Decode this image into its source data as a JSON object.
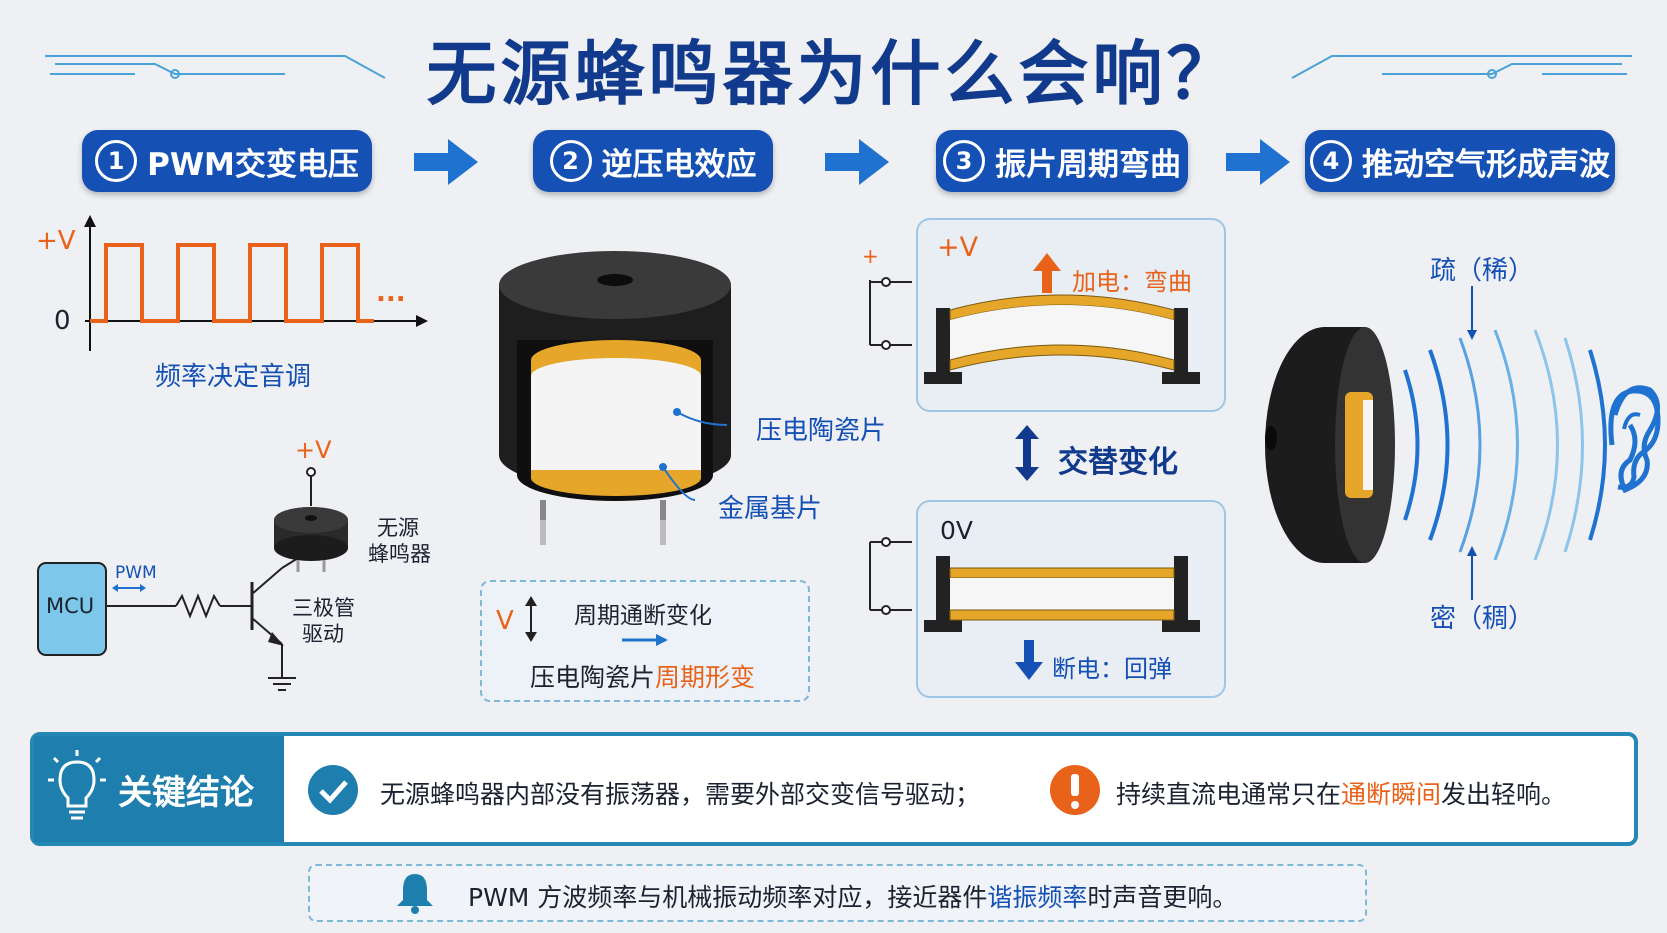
{
  "title": "无源蜂鸣器为什么会响？",
  "steps": [
    {
      "num": "1",
      "label": "PWM交变电压"
    },
    {
      "num": "2",
      "label": "逆压电效应"
    },
    {
      "num": "3",
      "label": "振片周期弯曲"
    },
    {
      "num": "4",
      "label": "推动空气形成声波"
    }
  ],
  "pwm": {
    "vplus": "+V",
    "zero": "0",
    "dots": "...",
    "caption": "频率决定音调"
  },
  "circuit": {
    "vplus": "+V",
    "buzzer": "无源\n蜂鸣器",
    "buzzer_l1": "无源",
    "buzzer_l2": "蜂鸣器",
    "mcu": "MCU",
    "pwm": "PWM",
    "transistor_l1": "三极管",
    "transistor_l2": "驱动"
  },
  "buzzer_parts": {
    "piezo": "压电陶瓷片",
    "metal": "金属基片"
  },
  "effect_box": {
    "v": "V",
    "line1": "周期通断变化",
    "line2_prefix": "压电陶瓷片",
    "line2_highlight": "周期形变"
  },
  "plate": {
    "top_voltage": "+V",
    "top_terminal": "+",
    "top_caption": "加电：弯曲",
    "alternate": "交替变化",
    "bottom_voltage": "0V",
    "bottom_caption": "断电：回弹"
  },
  "wave": {
    "sparse": "疏（稀）",
    "dense": "密（稠）"
  },
  "conclusion": {
    "heading": "关键结论",
    "point1": "无源蜂鸣器内部没有振荡器，需要外部交变信号驱动；",
    "point2_prefix": "持续直流电通常只在",
    "point2_highlight": "通断瞬间",
    "point2_suffix": "发出轻响。"
  },
  "tip": {
    "prefix": "PWM 方波频率与机械振动频率对应，接近器件",
    "highlight": "谐振频率",
    "suffix": "时声音更响。"
  },
  "icons": [
    "circuit-line-icon",
    "arrow-right-icon",
    "check-circle-icon",
    "exclamation-circle-icon",
    "lightbulb-icon",
    "bell-icon",
    "ear-icon",
    "up-arrow-icon",
    "down-arrow-icon",
    "updown-arrow-icon"
  ],
  "colors": {
    "primary": "#1550b4",
    "accent": "#e8621a",
    "teal": "#1e7fae",
    "gold": "#e6a62a"
  }
}
